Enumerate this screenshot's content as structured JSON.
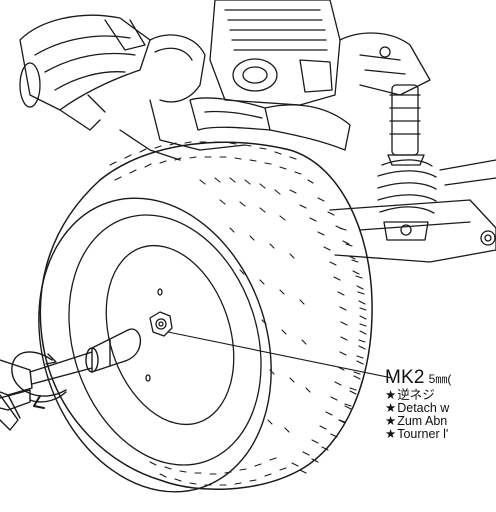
{
  "callout": {
    "part_code": "MK2",
    "part_size": "5㎜(",
    "notes": [
      "逆ネジ",
      "Detach w",
      "Zum Abn",
      "Tourner l'"
    ],
    "star_glyph": "★"
  },
  "colors": {
    "line": "#1a1a1a",
    "background": "#ffffff"
  }
}
